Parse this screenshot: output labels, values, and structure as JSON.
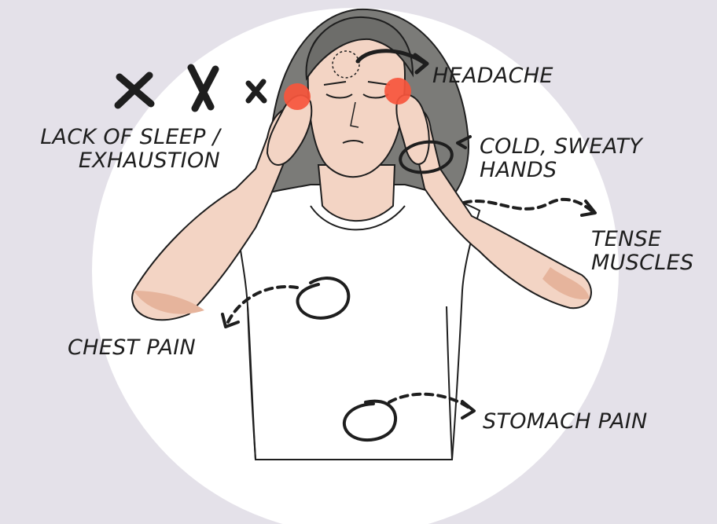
{
  "colors": {
    "background": "#e4e1e9",
    "circle": "#ffffff",
    "skin": "#f3d4c4",
    "skin_shadow": "#e6b49c",
    "hair": "#7b7b78",
    "hair_dark": "#5f5f5c",
    "shirt": "#ffffff",
    "pain_spot": "#f7553c",
    "ink": "#1e1e1e"
  },
  "labels": {
    "headache": "HEADACHE",
    "lack_of_sleep": [
      "LACK OF SLEEP /",
      "EXHAUSTION"
    ],
    "cold_hands": [
      "COLD, SWEATY",
      "HANDS"
    ],
    "tense_muscles": [
      "TENSE",
      "MUSCLES"
    ],
    "chest_pain": "CHEST PAIN",
    "stomach_pain": "STOMACH PAIN"
  }
}
